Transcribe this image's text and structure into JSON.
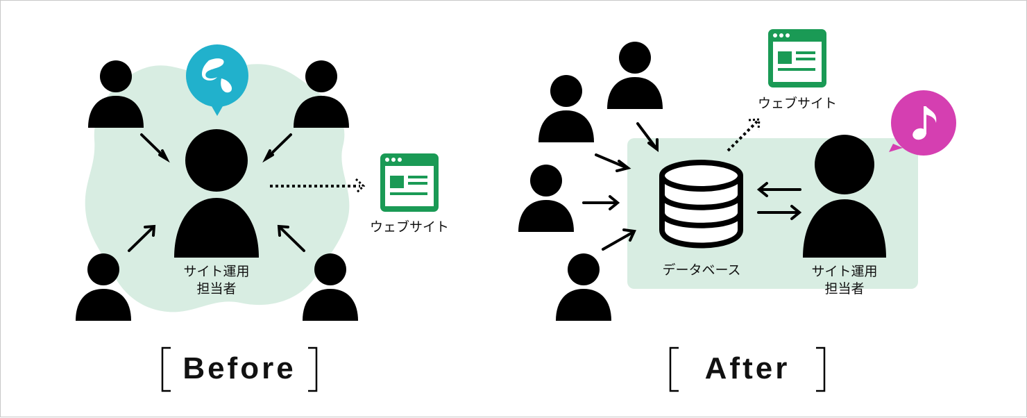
{
  "before": {
    "title": "Before",
    "site_label": "ウェブサイト",
    "operator_label_line1": "サイト運用",
    "operator_label_line2": "担当者"
  },
  "after": {
    "title": "After",
    "site_label": "ウェブサイト",
    "database_label": "データベース",
    "operator_label_line1": "サイト運用",
    "operator_label_line2": "担当者"
  },
  "colors": {
    "ink": "#000000",
    "blob_fill": "#d8ede2",
    "website_icon": "#1a9a55",
    "sweat_bubble": "#21b1cc",
    "music_bubble": "#d53fb1",
    "frame": "#c8c8c8"
  },
  "icons": {
    "before_bubble": "sweat-drop-icon",
    "after_bubble": "music-note-icon",
    "website": "browser-window-icon",
    "database": "database-icon",
    "person": "person-icon"
  }
}
